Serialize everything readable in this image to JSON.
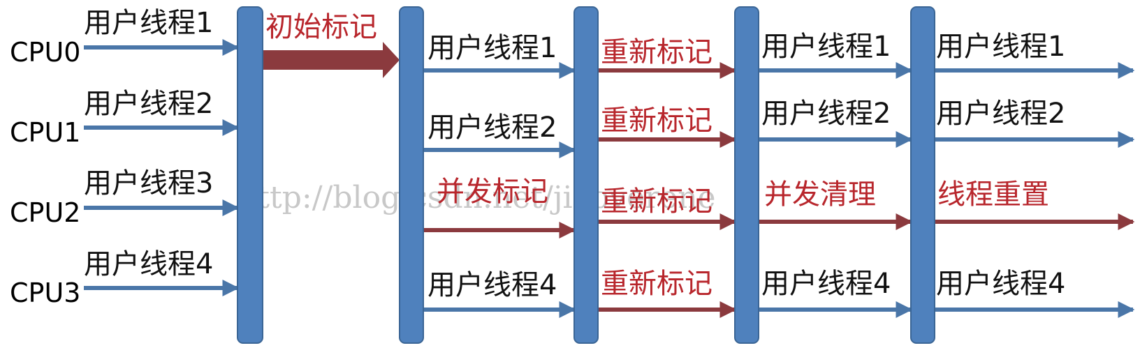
{
  "colors": {
    "bar": "#4f81bd",
    "bar_edge": "#3a6595",
    "arrow_blue": "#4a76a8",
    "arrow_red": "#8b3a3e",
    "text_black": "#111111",
    "text_red": "#b8262c",
    "watermark": "#c8c8c8"
  },
  "watermark": "http://blog.csdn.net/jiaoverene",
  "cpus": [
    "CPU0",
    "CPU1",
    "CPU2",
    "CPU3"
  ],
  "seg0_labels": [
    "用户线程1",
    "用户线程2",
    "用户线程3",
    "用户线程4"
  ],
  "initial_mark_label": "初始标记",
  "seg2_labels": [
    "用户线程1",
    "用户线程2",
    "并发标记",
    "用户线程4"
  ],
  "seg3_labels": [
    "重新标记",
    "重新标记",
    "重新标记",
    "重新标记"
  ],
  "seg4_labels": [
    "用户线程1",
    "用户线程2",
    "并发清理",
    "用户线程4"
  ],
  "seg5_labels": [
    "用户线程1",
    "用户线程2",
    "线程重置",
    "用户线程4"
  ]
}
